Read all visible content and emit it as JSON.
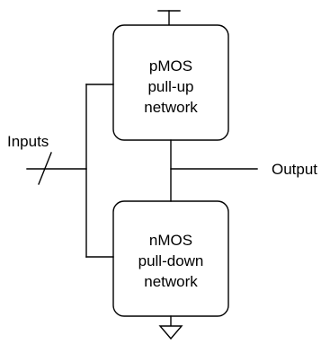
{
  "diagram": {
    "pull_up_block": {
      "line1": "pMOS",
      "line2": "pull-up",
      "line3": "network"
    },
    "pull_down_block": {
      "line1": "nMOS",
      "line2": "pull-down",
      "line3": "network"
    },
    "inputs_label": "Inputs",
    "output_label": "Output",
    "supply_symbol": "vdd-symbol",
    "ground_symbol": "ground-symbol"
  }
}
